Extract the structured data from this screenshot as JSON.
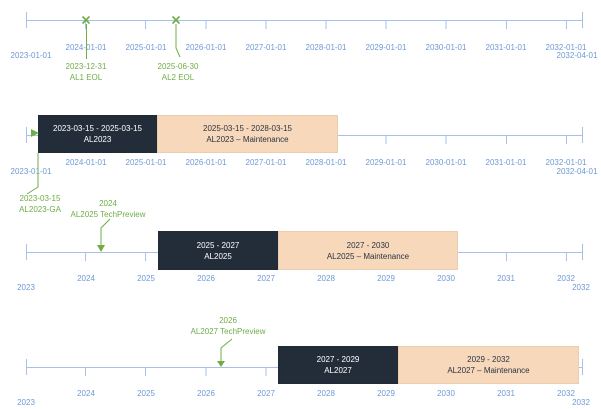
{
  "colors": {
    "axis": "#a9c0e8",
    "axis_label": "#6e99d6",
    "marker_green": "#70ad47",
    "release_bar": "#232d3a",
    "maintenance_bar": "#f8d8bb"
  },
  "timelines": [
    {
      "id": "eol-timeline",
      "start": "2023-01-01",
      "end": "2032-04-01",
      "ticks": [
        "2024-01-01",
        "2025-01-01",
        "2026-01-01",
        "2027-01-01",
        "2028-01-01",
        "2029-01-01",
        "2030-01-01",
        "2031-01-01",
        "2032-01-01"
      ],
      "markers": [
        {
          "date": "2023-12-31",
          "name": "AL1 EOL"
        },
        {
          "date": "2025-06-30",
          "name": "AL2 EOL"
        }
      ]
    },
    {
      "id": "al2023-timeline",
      "start": "2023-01-01",
      "end": "2032-04-01",
      "ticks": [
        "2024-01-01",
        "2025-01-01",
        "2026-01-01",
        "2027-01-01",
        "2028-01-01",
        "2029-01-01",
        "2030-01-01",
        "2031-01-01",
        "2032-01-01"
      ],
      "bars": [
        {
          "dates": "2023-03-15 - 2025-03-15",
          "name": "AL2023"
        },
        {
          "dates": "2025-03-15 - 2028-03-15",
          "name": "AL2023 – Maintenance"
        }
      ],
      "markers": [
        {
          "date": "2023-03-15",
          "name": "AL2023-GA"
        }
      ]
    },
    {
      "id": "al2025-timeline",
      "start": "2023",
      "end": "2032",
      "ticks": [
        "2024",
        "2025",
        "2026",
        "2027",
        "2028",
        "2029",
        "2030",
        "2031",
        "2032"
      ],
      "bars": [
        {
          "dates": "2025 - 2027",
          "name": "AL2025"
        },
        {
          "dates": "2027 - 2030",
          "name": "AL2025 – Maintenance"
        }
      ],
      "markers": [
        {
          "date": "2024",
          "name": "AL2025 TechPreview"
        }
      ]
    },
    {
      "id": "al2027-timeline",
      "start": "2023",
      "end": "2032",
      "ticks": [
        "2024",
        "2025",
        "2026",
        "2027",
        "2028",
        "2029",
        "2030",
        "2031",
        "2032"
      ],
      "bars": [
        {
          "dates": "2027 - 2029",
          "name": "AL2027"
        },
        {
          "dates": "2029 - 2032",
          "name": "AL2027 – Maintenance"
        }
      ],
      "markers": [
        {
          "date": "2026",
          "name": "AL2027 TechPreview"
        }
      ]
    }
  ]
}
